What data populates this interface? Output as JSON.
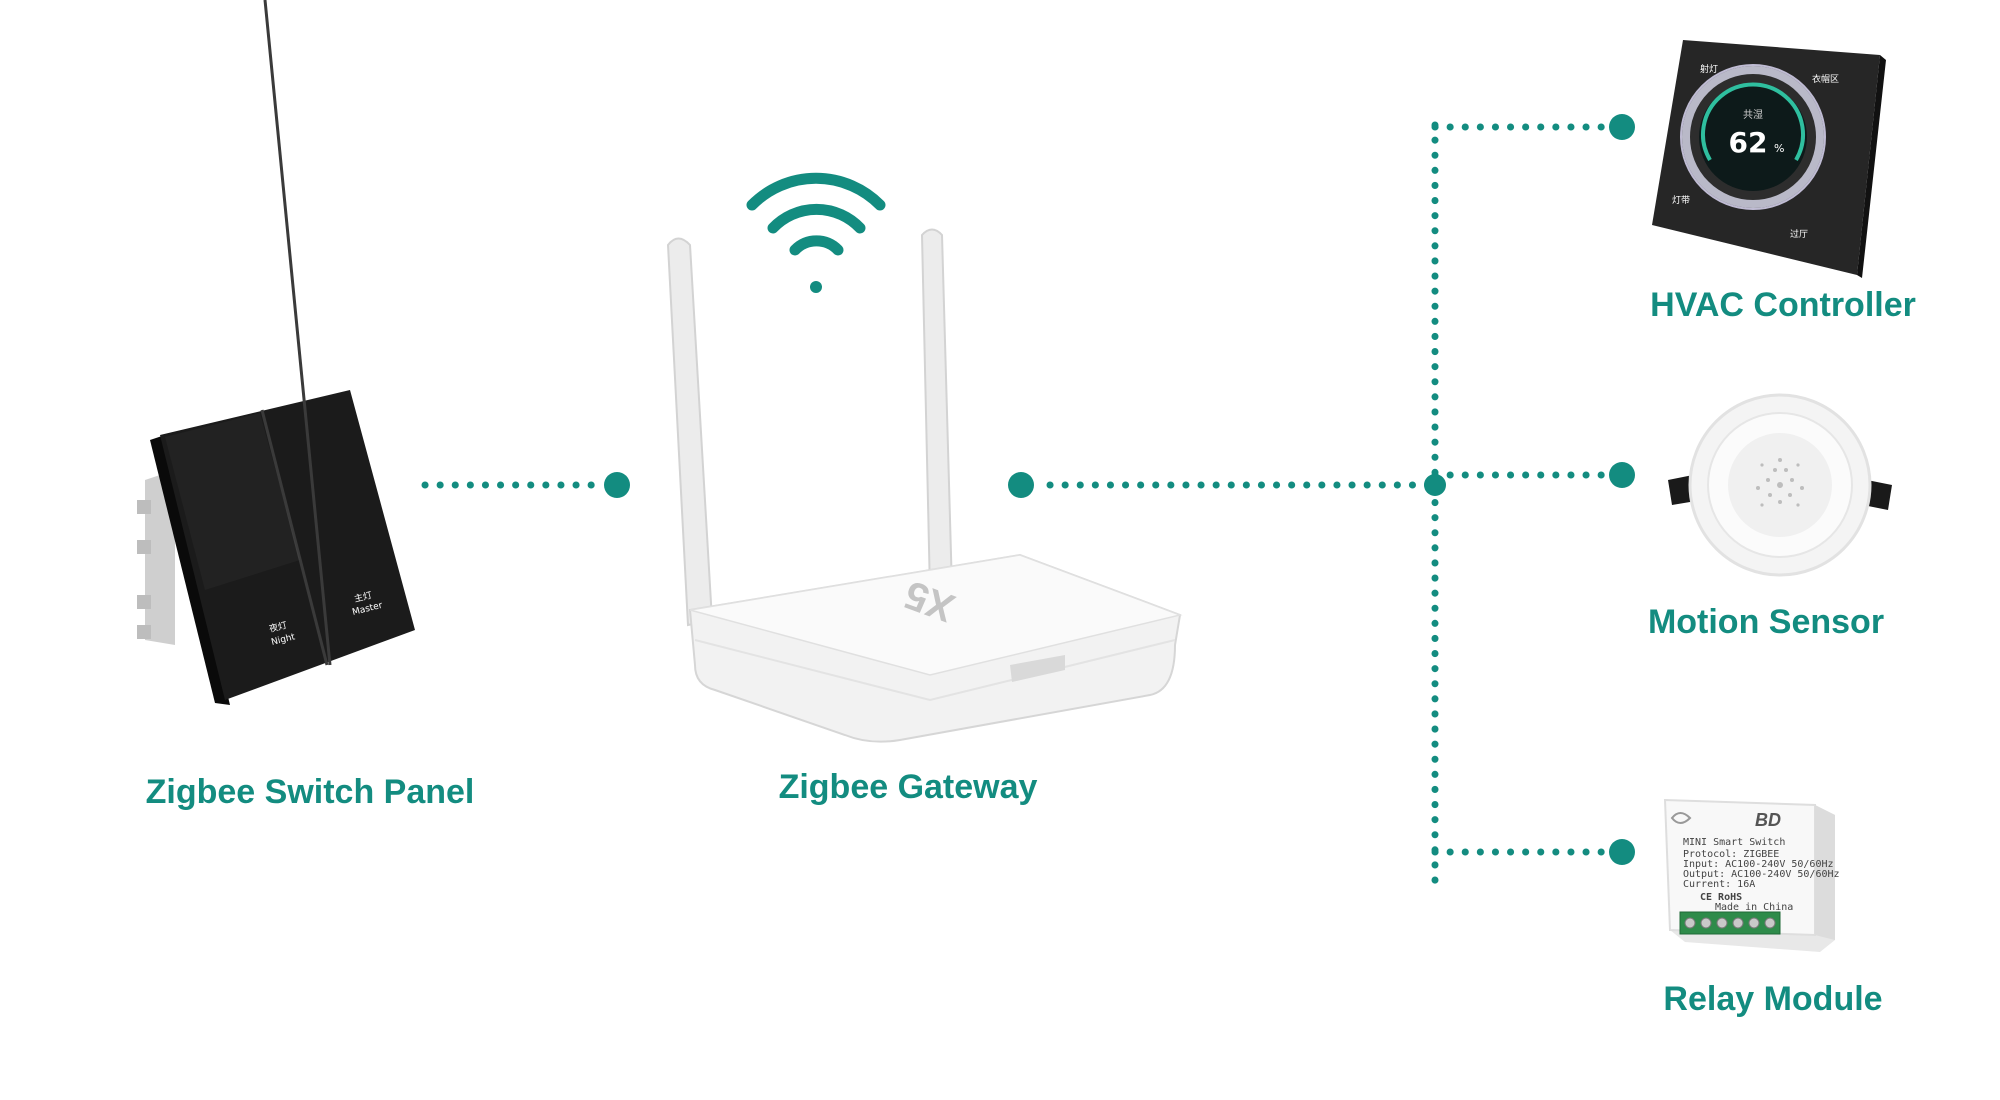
{
  "colors": {
    "accent": "#138c80",
    "panel": "#1a1a1a",
    "device_white": "#f3f3f3"
  },
  "devices": {
    "switch_panel": {
      "label": "Zigbee Switch Panel",
      "button_left": {
        "cn": "夜灯",
        "en": "Night"
      },
      "button_right": {
        "cn": "主灯",
        "en": "Master"
      }
    },
    "gateway": {
      "label": "Zigbee Gateway",
      "badge": "X5",
      "icon": "wifi-signal-icon"
    },
    "hvac": {
      "label": "HVAC Controller",
      "display_value": "62",
      "display_unit": "%",
      "display_mode": "共湿",
      "corner_tl": "射灯",
      "corner_tr": "衣帽区",
      "corner_bl": "灯带",
      "corner_br": "过厅"
    },
    "motion_sensor": {
      "label": "Motion Sensor"
    },
    "relay": {
      "label": "Relay Module",
      "title": "MINI Smart Switch",
      "line1": "Protocol: ZIGBEE",
      "line2": "Input: AC100-240V 50/60Hz",
      "line3": "Output: AC100-240V 50/60Hz",
      "line4": "Current: 16A",
      "certs": "CE RoHS",
      "made": "Made in China",
      "brand": "BD"
    }
  }
}
